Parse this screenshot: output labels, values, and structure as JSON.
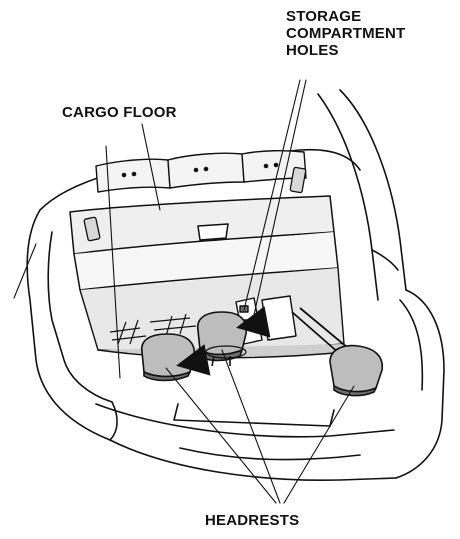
{
  "diagram": {
    "labels": {
      "storage_line1": "STORAGE",
      "storage_line2": "COMPARTMENT",
      "storage_line3": "HOLES",
      "cargo_floor": "CARGO FLOOR",
      "headrests": "HEADRESTS"
    },
    "colors": {
      "ink": "#111111",
      "fill_light": "#e8e8e8",
      "fill_mid": "#bdbdbd",
      "fill_dark": "#6e6e6e",
      "background": "#ffffff"
    }
  }
}
